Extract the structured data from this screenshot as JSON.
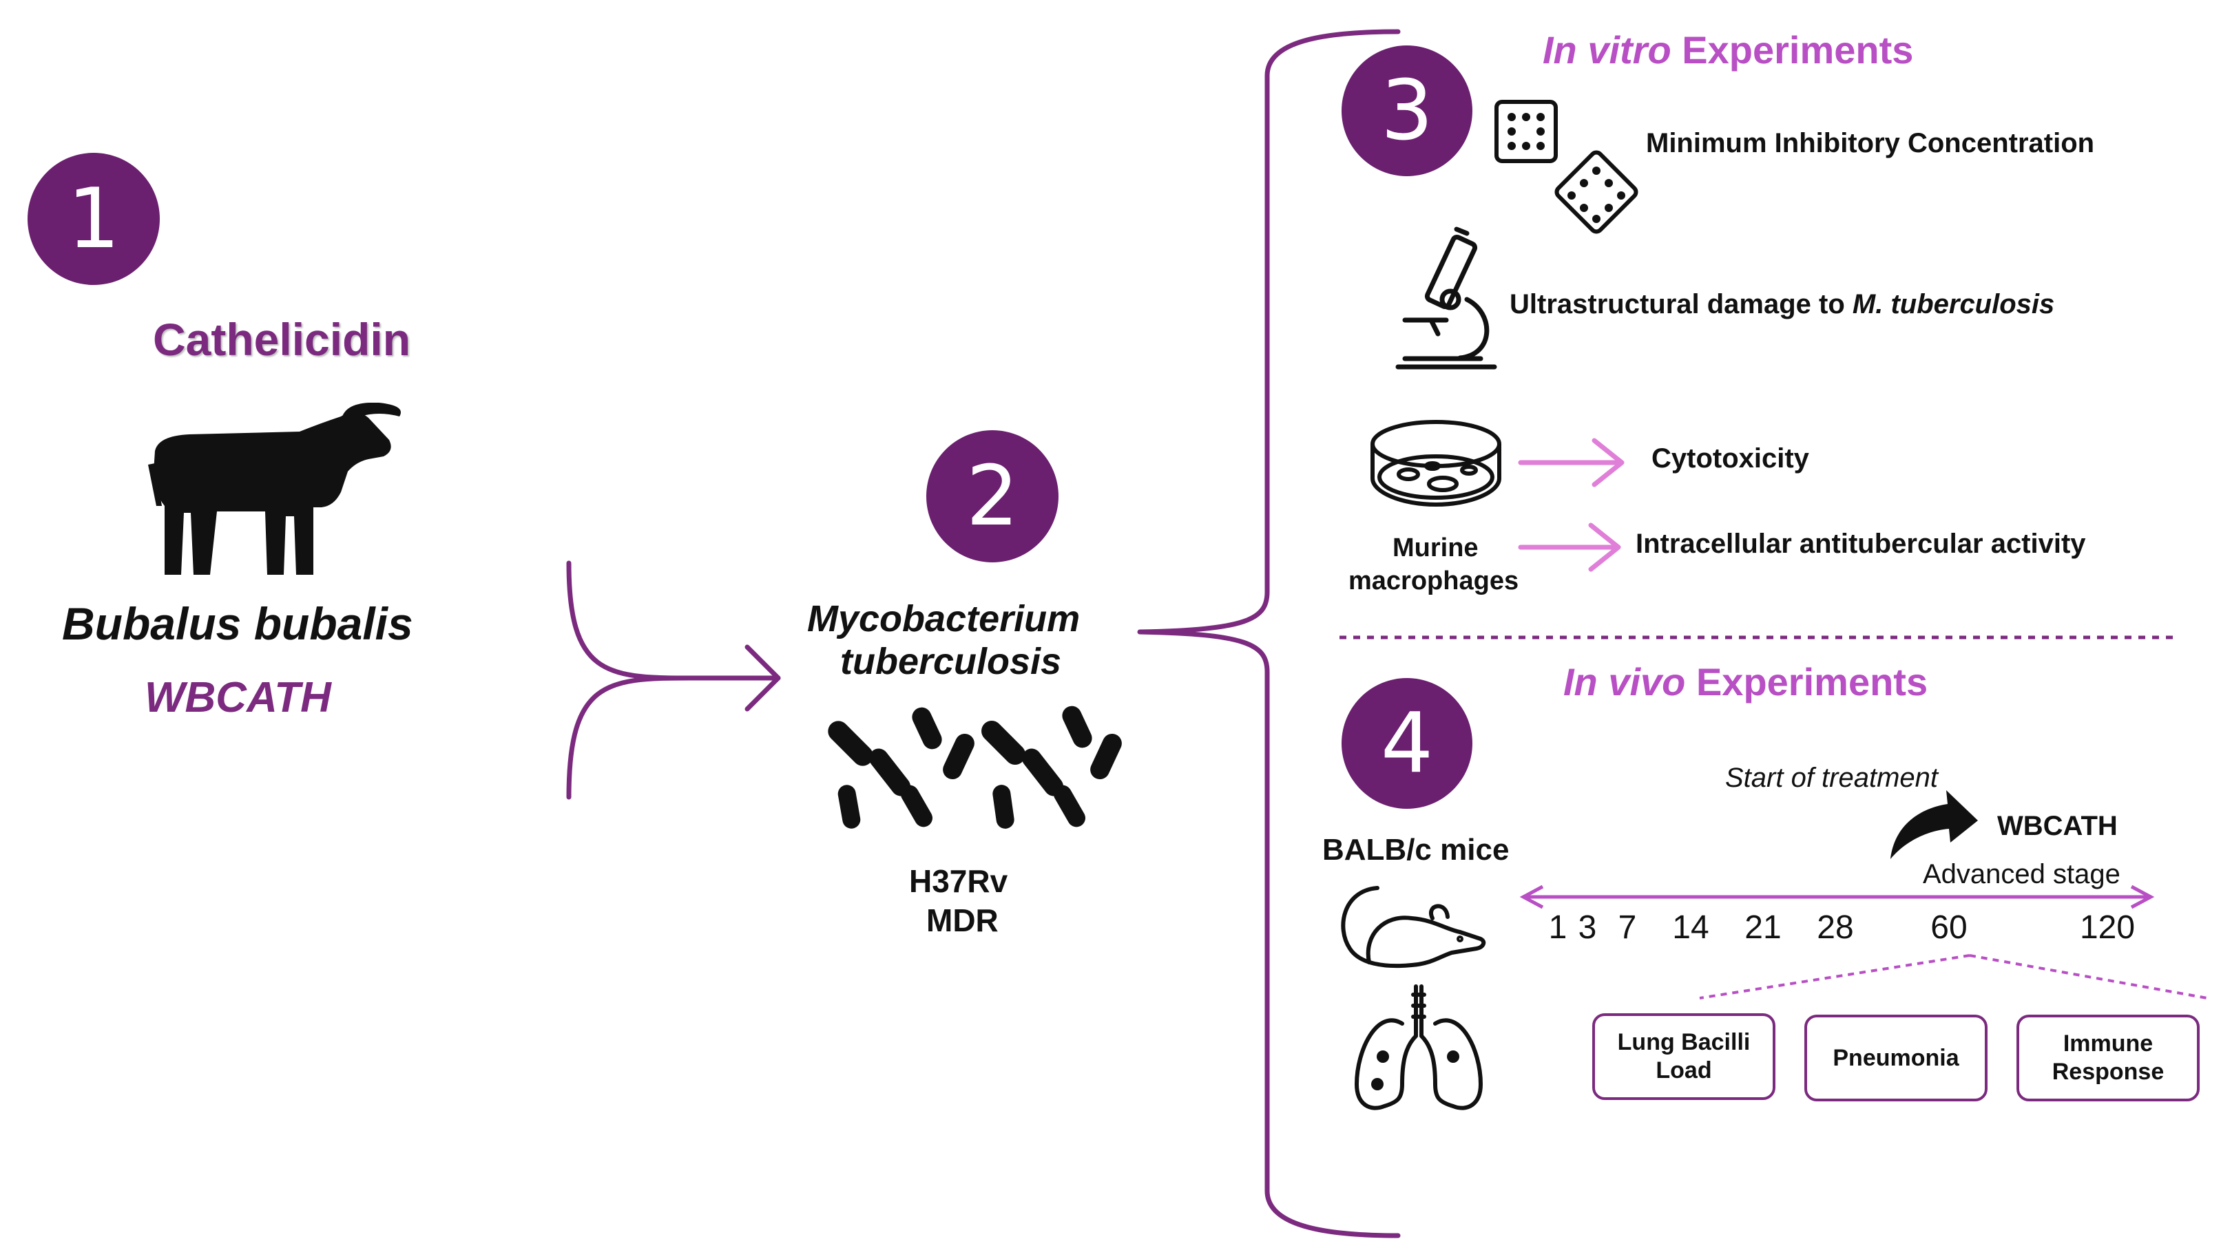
{
  "colors": {
    "accent": "#7b2a7f",
    "accent_light": "#b84fc4",
    "arrow_pink": "#e07fd8",
    "dark": "#111111"
  },
  "step1": {
    "number": "1",
    "title": "Cathelicidin",
    "species": "Bubalus bubalis",
    "peptide": "WBCATH",
    "icon": "buffalo-icon"
  },
  "step2": {
    "number": "2",
    "organism_line1": "Mycobacterium",
    "organism_line2": "tuberculosis",
    "strain1": "H37Rv",
    "strain2": "MDR",
    "icon": "bacilli-icon"
  },
  "step3": {
    "number": "3",
    "title_italic": "In vitro",
    "title_rest": " Experiments",
    "mic": "Minimum Inhibitory Concentration",
    "ultra_prefix": "Ultrastructural damage to ",
    "ultra_italic": "M. tuberculosis",
    "cytotoxicity": "Cytotoxicity",
    "macrophages_line1": "Murine",
    "macrophages_line2": "macrophages",
    "intracellular": "Intracellular antitubercular activity",
    "icons": [
      "microplate-icon",
      "microscope-icon",
      "petri-dish-icon"
    ]
  },
  "step4": {
    "number": "4",
    "title_italic": "In vivo",
    "title_rest": " Experiments",
    "mice": "BALB/c mice",
    "start_label": "Start of treatment",
    "treatment": "WBCATH",
    "stage": "Advanced stage",
    "timeline_days": [
      "1",
      "3",
      "7",
      "14",
      "21",
      "28",
      "60",
      "120"
    ],
    "outcomes": [
      {
        "line1": "Lung Bacilli",
        "line2": "Load"
      },
      {
        "line1": "Pneumonia",
        "line2": ""
      },
      {
        "line1": "Immune",
        "line2": "Response"
      }
    ],
    "icons": [
      "mouse-icon",
      "lungs-icon"
    ]
  }
}
